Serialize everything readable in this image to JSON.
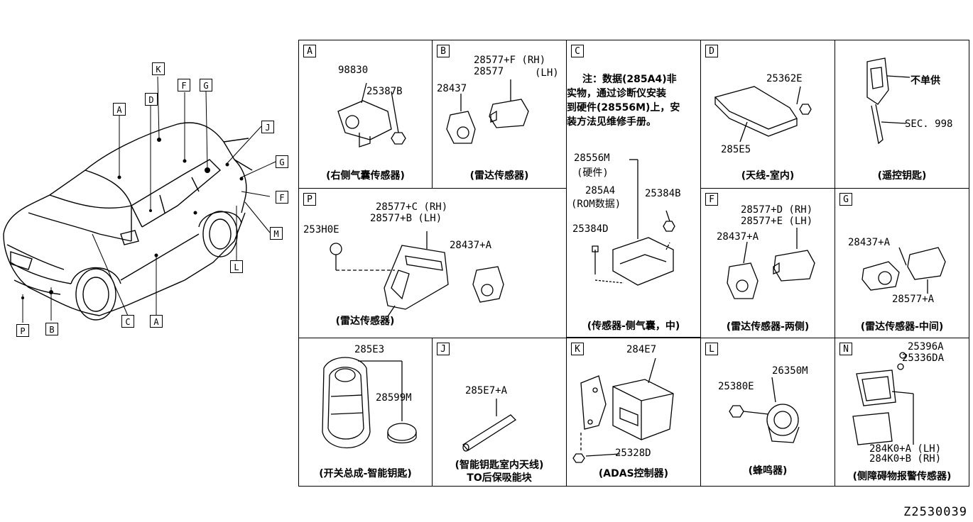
{
  "diagram_code": "Z2530039",
  "vehicle_tags": [
    "K",
    "D",
    "F",
    "G",
    "A",
    "J",
    "G",
    "F",
    "M",
    "L",
    "A",
    "C",
    "B",
    "P"
  ],
  "panels": {
    "A": {
      "letter": "A",
      "parts": [
        "98830",
        "25387B"
      ],
      "caption": "(右侧气囊传感器)"
    },
    "B": {
      "letter": "B",
      "parts": [
        "28577+F (RH)",
        "28577",
        "(LH)",
        "28437"
      ],
      "caption": "(雷达传感器)"
    },
    "C": {
      "letter": "C",
      "note": [
        "注：数据(285A4)非",
        "实物，通过诊断仪安装",
        "到硬件(28556M)上，安",
        "装方法见维修手册。"
      ],
      "parts": [
        "28556M",
        "(硬件)",
        "285A4",
        "(ROM数据)",
        "25384B",
        "25384D"
      ],
      "caption": "(传感器-侧气囊，中)"
    },
    "D": {
      "letter": "D",
      "parts": [
        "25362E",
        "285E5"
      ],
      "caption": "(天线-室内)"
    },
    "E": {
      "parts": [
        "不单供",
        "SEC. 998"
      ],
      "caption": "(遥控钥匙)"
    },
    "P": {
      "letter": "P",
      "parts": [
        "28577+C (RH)",
        "28577+B (LH)",
        "253H0E",
        "28437+A"
      ],
      "caption": "(雷达传感器)"
    },
    "F": {
      "letter": "F",
      "parts": [
        "28577+D (RH)",
        "28577+E (LH)",
        "28437+A"
      ],
      "caption": "(雷达传感器-两侧)"
    },
    "G": {
      "letter": "G",
      "parts": [
        "28437+A",
        "28577+A"
      ],
      "caption": "(雷达传感器-中间)"
    },
    "H": {
      "parts": [
        "285E3",
        "28599M"
      ],
      "caption": "(开关总成-智能钥匙)"
    },
    "J": {
      "letter": "J",
      "parts": [
        "285E7+A"
      ],
      "caption1": "(智能钥匙室内天线)",
      "caption2": "TO后保吸能块"
    },
    "K": {
      "letter": "K",
      "parts": [
        "284E7",
        "25328D"
      ],
      "caption": "(ADAS控制器)"
    },
    "L": {
      "letter": "L",
      "parts": [
        "26350M",
        "25380E"
      ],
      "caption": "(蜂鸣器)"
    },
    "N": {
      "letter": "N",
      "parts": [
        "25396A",
        "25336DA",
        "284K0+A (LH)",
        "284K0+B (RH)"
      ],
      "caption": "(侧障碍物报警传感器)"
    }
  },
  "colors": {
    "line": "#000000",
    "background": "#ffffff"
  }
}
